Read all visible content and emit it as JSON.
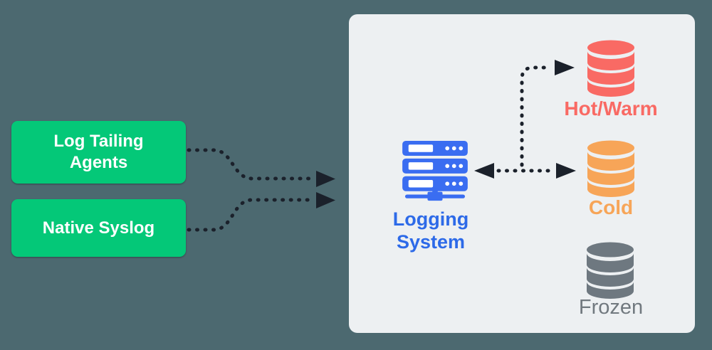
{
  "diagram": {
    "background_color": "#4C6970",
    "arrow_color": "#1B212B",
    "panel": {
      "background_color": "#EDF0F2"
    },
    "sources": [
      {
        "label": "Log Tailing Agents",
        "fill_color": "#04C878",
        "text_color": "#FFFFFF"
      },
      {
        "label": "Native Syslog",
        "fill_color": "#04C878",
        "text_color": "#FFFFFF"
      }
    ],
    "logging_system": {
      "label": "Logging System",
      "icon": "server-stack-icon",
      "icon_color": "#3A6DF1",
      "text_color": "#2D6AE8"
    },
    "storage_tiers": [
      {
        "label": "Hot/Warm",
        "icon": "database-cylinder-icon",
        "color": "#F96A64",
        "text_color": "#F96A64",
        "font_weight": "bold"
      },
      {
        "label": "Cold",
        "icon": "database-cylinder-icon",
        "color": "#F7A558",
        "text_color": "#F7A558",
        "font_weight": "bold"
      },
      {
        "label": "Frozen",
        "icon": "database-cylinder-icon",
        "color": "#6E7880",
        "text_color": "#71797F",
        "font_weight": "normal"
      }
    ],
    "connections": [
      {
        "from": "Log Tailing Agents",
        "to": "Logging System",
        "type": "dotted-arrow"
      },
      {
        "from": "Native Syslog",
        "to": "Logging System",
        "type": "dotted-arrow"
      },
      {
        "from": "Logging System",
        "to": "Cold",
        "type": "dotted-arrow-bidirectional"
      },
      {
        "from": "Logging System",
        "to": "Hot/Warm",
        "type": "dotted-arrow"
      }
    ]
  }
}
